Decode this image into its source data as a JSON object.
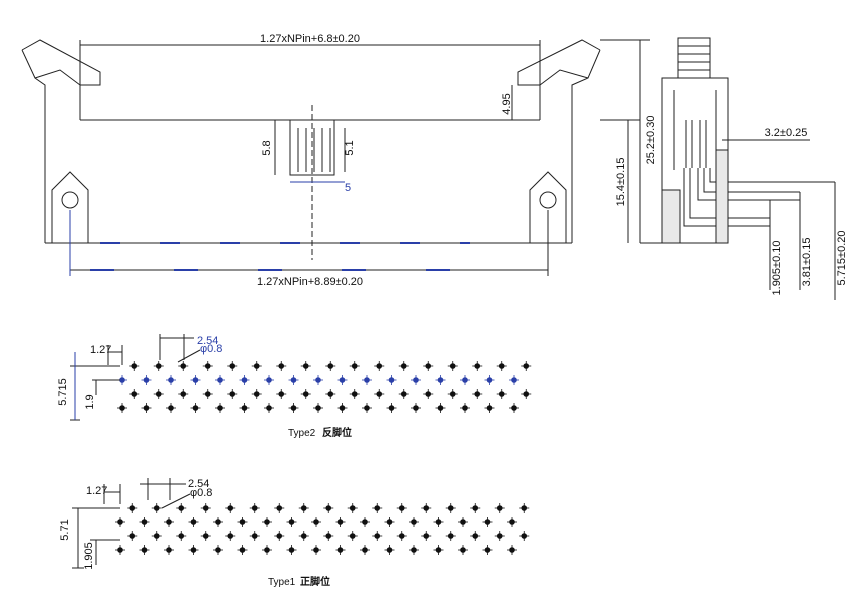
{
  "front_view": {
    "width_top": "1.27xNPin+6.8±0.20",
    "width_bottom": "1.27xNPin+8.89±0.20",
    "height_495": "4.95",
    "slot_height": "5.8",
    "slot_depth": "5.1",
    "slot_width": "5",
    "height_154": "15.4±0.15"
  },
  "side_view": {
    "total_height": "25.2±0.30",
    "pitch_32": "3.2±0.25",
    "dim_1905": "1.905±0.10",
    "dim_381": "3.81±0.15",
    "dim_5715": "5.715±0.20"
  },
  "type2": {
    "dim_127": "1.27",
    "dim_254": "2.54",
    "dim_hole": "φ0.8",
    "dim_5715": "5.715",
    "dim_19": "1.9",
    "caption": "Type2",
    "caption_cn": "反脚位",
    "rows": 4,
    "cols": 17
  },
  "type1": {
    "dim_127": "1.27",
    "dim_254": "2.54",
    "dim_hole": "φ0.8",
    "dim_571": "5.71",
    "dim_1905": "1.905",
    "caption": "Type1",
    "caption_cn": "正脚位",
    "rows": 4,
    "cols": 17
  },
  "colors": {
    "line": "#222222",
    "accent": "#2a3fa8"
  }
}
